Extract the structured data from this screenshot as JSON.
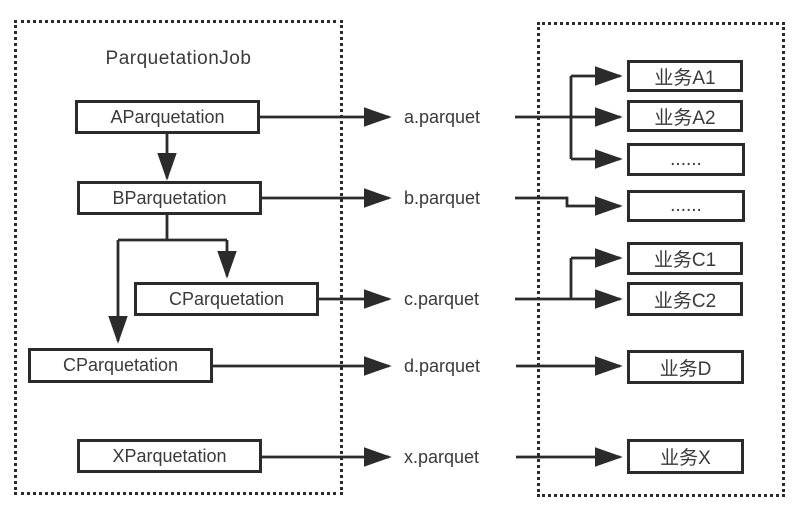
{
  "diagram": {
    "title": "ParquetationJob",
    "job_nodes": [
      {
        "id": "AParquetation",
        "label": "AParquetation"
      },
      {
        "id": "BParquetation",
        "label": "BParquetation"
      },
      {
        "id": "CParquetation-1",
        "label": "CParquetation"
      },
      {
        "id": "CParquetation-2",
        "label": "CParquetation"
      },
      {
        "id": "XParquetation",
        "label": "XParquetation"
      }
    ],
    "files": [
      {
        "id": "a",
        "label": "a.parquet"
      },
      {
        "id": "b",
        "label": "b.parquet"
      },
      {
        "id": "c",
        "label": "c.parquet"
      },
      {
        "id": "d",
        "label": "d.parquet"
      },
      {
        "id": "x",
        "label": "x.parquet"
      }
    ],
    "consumers": [
      {
        "id": "biz-a1",
        "label": "业务A1"
      },
      {
        "id": "biz-a2",
        "label": "业务A2"
      },
      {
        "id": "ellipsis-1",
        "label": "......"
      },
      {
        "id": "ellipsis-2",
        "label": "......"
      },
      {
        "id": "biz-c1",
        "label": "业务C1"
      },
      {
        "id": "biz-c2",
        "label": "业务C2"
      },
      {
        "id": "biz-d",
        "label": "业务D"
      },
      {
        "id": "biz-x",
        "label": "业务X"
      }
    ],
    "edges": [
      {
        "from": "AParquetation",
        "to": "BParquetation"
      },
      {
        "from": "BParquetation",
        "to": "CParquetation-1"
      },
      {
        "from": "BParquetation",
        "to": "CParquetation-2"
      },
      {
        "from": "AParquetation",
        "to": "a.parquet"
      },
      {
        "from": "BParquetation",
        "to": "b.parquet"
      },
      {
        "from": "CParquetation-1",
        "to": "c.parquet"
      },
      {
        "from": "CParquetation-2",
        "to": "d.parquet"
      },
      {
        "from": "XParquetation",
        "to": "x.parquet"
      },
      {
        "from": "a.parquet",
        "to": [
          "业务A1",
          "业务A2",
          "......"
        ]
      },
      {
        "from": "b.parquet",
        "to": [
          "......"
        ]
      },
      {
        "from": "c.parquet",
        "to": [
          "业务C1",
          "业务C2"
        ]
      },
      {
        "from": "d.parquet",
        "to": [
          "业务D"
        ]
      },
      {
        "from": "x.parquet",
        "to": [
          "业务X"
        ]
      }
    ],
    "colors": {
      "line": "#2b2b2b",
      "box_border": "#2b2b2b",
      "text": "#3a3a3a",
      "background": "#ffffff"
    }
  }
}
